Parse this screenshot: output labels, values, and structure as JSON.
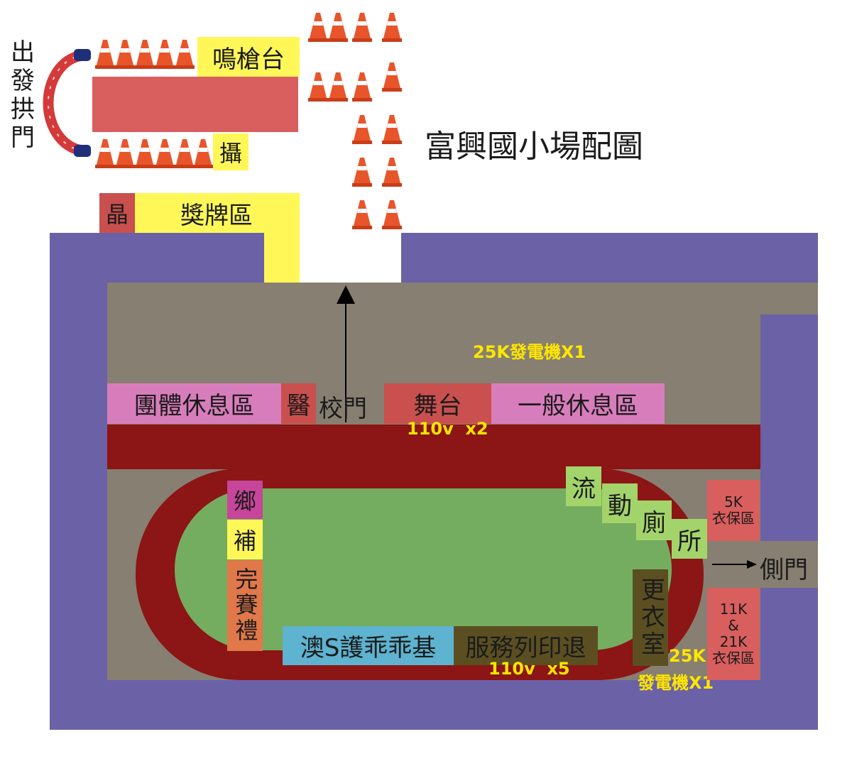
{
  "title": "富興國小場配圖",
  "start_arch": "出發拱門",
  "starter_stand": "鳴槍台",
  "camera": "攝",
  "crystal": "晶",
  "medal_area": "獎牌區",
  "school_gate": "校門",
  "group_rest": "團體休息區",
  "medical": "醫",
  "stage": "舞台",
  "general_rest": "一般休息區",
  "generator_top": "25K發電機X1",
  "stage_power": "110v  x2",
  "portable_toilet": "流動廁所",
  "toilet_chars": [
    "流",
    "動",
    "廁",
    "所"
  ],
  "supply": "鄉補",
  "finisher_gift": "完賽禮",
  "sponsor_booth": "澳S護乖乖基",
  "service_booth": "服務列印退",
  "service_power": "110v  x5",
  "changing_room": "更衣室",
  "generator_bottom_1": "25K",
  "generator_bottom_2": "發電機X1",
  "bag_5k_1": "5K",
  "bag_5k_2": "衣保區",
  "bag_11k_1": "11K",
  "bag_11k_2": "&",
  "bag_11k_3": "21K",
  "bag_11k_4": "衣保區",
  "side_gate": "側門",
  "colors": {
    "wall": "#6a61a6",
    "ground": "#877f71",
    "track": "#8c1515",
    "field": "#74ad5f",
    "medal": "#fff757",
    "pink": "#d87dbb",
    "stage": "#c9504e",
    "salmon": "#d95e5e",
    "toilet": "#a3d46b",
    "blue": "#5db3d0",
    "olive": "#5b4f22",
    "orange": "#e07849",
    "magenta": "#c7459a"
  },
  "icons": [
    "traffic-cone-icon",
    "inflatable-arch-icon",
    "arrow-up-icon",
    "arrow-right-icon"
  ]
}
